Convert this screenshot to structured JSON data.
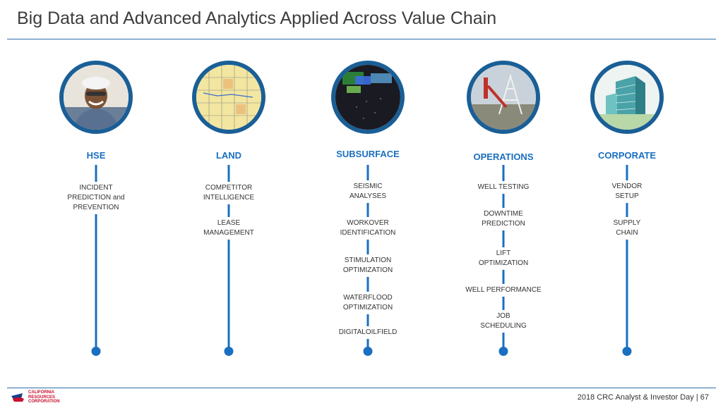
{
  "title": "Big Data and Advanced Analytics Applied Across Value Chain",
  "columns": [
    {
      "heading": "HSE",
      "image": "field-worker-photo",
      "items": [
        "INCIDENT\nPREDICTION and\nPREVENTION"
      ]
    },
    {
      "heading": "LAND",
      "image": "land-map-photo",
      "items": [
        "COMPETITOR\nINTELLIGENCE",
        "LEASE\nMANAGEMENT"
      ]
    },
    {
      "heading": "SUBSURFACE",
      "image": "seismic-map-photo",
      "items": [
        "SEISMIC\nANALYSES",
        "WORKOVER\nIDENTIFICATION",
        "STIMULATION\nOPTIMIZATION",
        "WATERFLOOD\nOPTIMIZATION",
        "DIGITALOILFIELD"
      ]
    },
    {
      "heading": "OPERATIONS",
      "image": "drilling-rig-photo",
      "items": [
        "WELL TESTING",
        "DOWNTIME\nPREDICTION",
        "LIFT\nOPTIMIZATION",
        "WELL PERFORMANCE",
        "JOB\nSCHEDULING"
      ]
    },
    {
      "heading": "CORPORATE",
      "image": "office-building-photo",
      "items": [
        "VENDOR\nSETUP",
        "SUPPLY\nCHAIN"
      ]
    }
  ],
  "footer": {
    "text": "2018 CRC Analyst & Investor Day  |  67",
    "logo_lines": [
      "CALIFORNIA",
      "RESOURCES",
      "CORPORATION"
    ]
  },
  "colors": {
    "accent": "#1a6fc0",
    "ring": "#1a5f96",
    "logo": "#c8102e"
  }
}
